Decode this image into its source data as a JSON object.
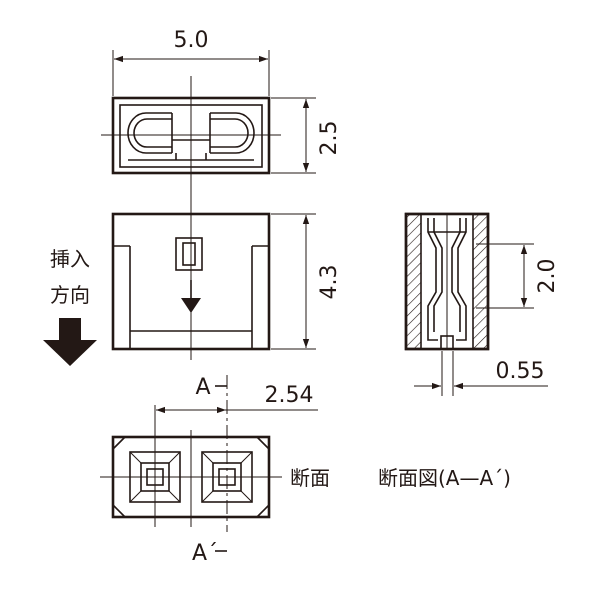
{
  "dimensions": {
    "width": "5.0",
    "top_height": "2.5",
    "front_height": "4.3",
    "section_height": "2.0",
    "contact_thickness": "0.55",
    "pitch": "2.54"
  },
  "labels": {
    "insert_line1": "挿入",
    "insert_line2": "方向",
    "section_mark_a": "A",
    "section_mark_a_prime": "A´",
    "section_face": "断面",
    "section_view": "断面図(A—A´)"
  }
}
